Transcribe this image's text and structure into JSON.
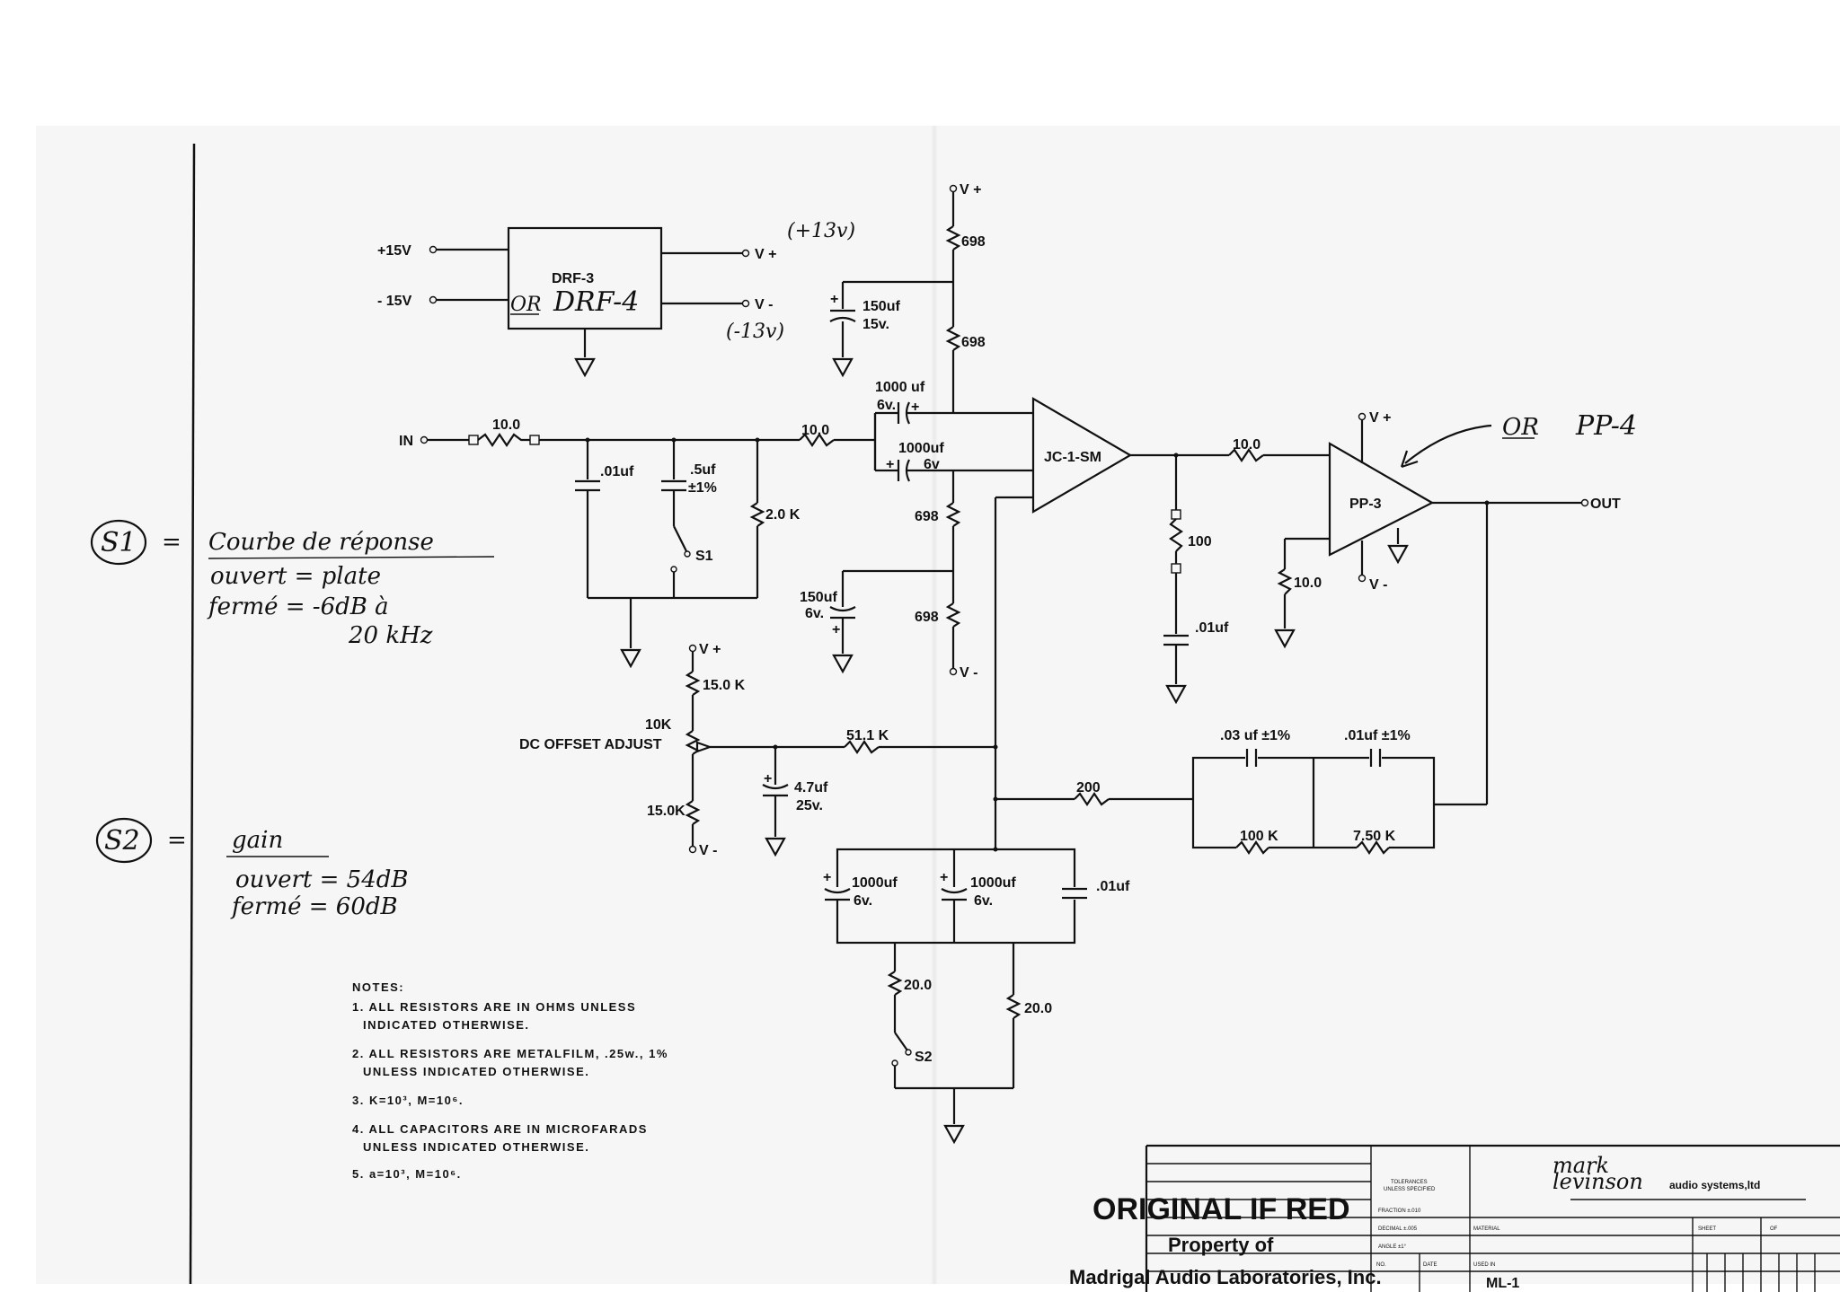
{
  "supply": {
    "pos_in": "+15V",
    "neg_in": "- 15V",
    "regulator_name": "DRF-3",
    "regulator_alt_or": "OR",
    "regulator_alt": "DRF-4",
    "vplus_out": "V +",
    "vminus_out": "V -",
    "vplus_note": "(+13v)",
    "vminus_note": "(-13v)"
  },
  "components": {
    "c_150uf_top": "150uf",
    "c_150uf_top_v": "15v.",
    "r698_1": "698",
    "r698_2": "698",
    "r698_3": "698",
    "r698_4": "698",
    "vplus_top": "V +",
    "vminus_mid": "V -",
    "c1000_a": "1000 uf",
    "c1000_a_v": "6v.",
    "c1000_b": "1000uf",
    "c1000_b_v": "6v",
    "in_label": "IN",
    "r_in": "10.0",
    "r_in2": "10.0",
    "c_01uf_in": ".01uf",
    "c_5uf": ".5uf",
    "c_5uf_tol": "±1%",
    "r_2k": "2.0 K",
    "s1": "S1",
    "jc1": "JC-1-SM",
    "r_out1": "10.0",
    "r100": "100",
    "c_01uf_out": ".01uf",
    "pp_name": "PP-3",
    "pp_vplus": "V +",
    "pp_vminus": "V -",
    "r_pp": "10.0",
    "out_label": "OUT",
    "or_pp": "OR",
    "pp4": "PP-4",
    "c_150uf_bot": "150uf",
    "c_150uf_bot_v": "6v.",
    "off_vplus": "V +",
    "off_r1": "15.0 K",
    "off_pot": "10K",
    "off_label": "DC OFFSET ADJUST",
    "off_r2": "15.0K",
    "off_vminus": "V -",
    "r_511k": "51.1 K",
    "c_47uf": "4.7uf",
    "c_47uf_v": "25v.",
    "r_200": "200",
    "c_03uf": ".03 uf ±1%",
    "c_01uf_fb": ".01uf ±1%",
    "r_100k": "100 K",
    "r_750k": "7.50 K",
    "c1000_c": "1000uf",
    "c1000_c_v": "6v.",
    "c1000_d": "1000uf",
    "c1000_d_v": "6v.",
    "c_01uf_gnd": ".01uf",
    "r_20a": "20.0",
    "r_20b": "20.0",
    "s2": "S2"
  },
  "handwritten": {
    "s1_label": "S1",
    "s1_title": "Courbe de réponse",
    "s1_open": "ouvert  =  plate",
    "s1_closed": "fermé  =   -6dB à",
    "s1_closed2": "20 kHz",
    "s2_label": "S2",
    "s2_title": "gain",
    "s2_open": "ouvert  = 54dB",
    "s2_closed": "fermé  = 60dB",
    "eq": "="
  },
  "notes": {
    "title": "NOTES:",
    "n1a": "1. ALL  RESISTORS  ARE  IN  OHMS  UNLESS",
    "n1b": "INDICATED  OTHERWISE.",
    "n2a": "2. ALL  RESISTORS  ARE  METALFILM,  .25w.,  1%",
    "n2b": "UNLESS  INDICATED  OTHERWISE.",
    "n3": "3. K=10³,  M=10⁶.",
    "n4a": "4. ALL  CAPACITORS  ARE  IN  MICROFARADS",
    "n4b": "UNLESS  INDICATED  OTHERWISE.",
    "n5": "5. a=10³,  M=10⁶."
  },
  "title_block": {
    "stamp": "ORIGINAL IF RED",
    "property": "Property of",
    "owner": "Madrigal Audio Laboratories, Inc.",
    "brand_line1": "mark",
    "brand_line2": "levinson",
    "brand_sub": "audio systems,ltd",
    "tol1": "TOLERANCES",
    "tol2": "UNLESS SPECIFIED",
    "fraction": "FRACTION ±.010",
    "decimal": "DECIMAL ±.005",
    "angle": "ANGLE ±1°",
    "material": "MATERIAL",
    "sheet": "SHEET",
    "of": "OF",
    "used_in": "USED IN",
    "model": "ML-1",
    "no": "NO.",
    "date": "DATE"
  }
}
